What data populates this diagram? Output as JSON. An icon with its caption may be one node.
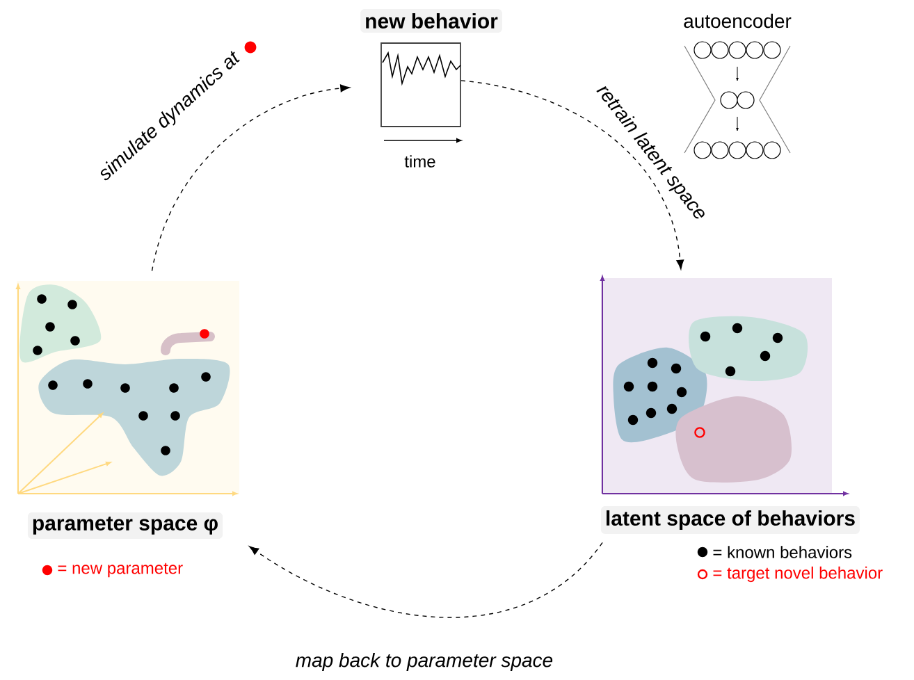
{
  "diagram": {
    "nodes": [
      {
        "text": [
          "new behavior"
        ],
        "beside": [
          "time"
        ]
      },
      {
        "text": [
          "latent space of behaviors"
        ]
      },
      {
        "text": [
          "parameter space φ"
        ]
      }
    ],
    "edges": [
      {
        "from": 2,
        "to": 0,
        "arrow": "to",
        "style": "dashed",
        "label": "simulate dynamics at"
      },
      {
        "from": 0,
        "to": 1,
        "arrow": "to",
        "style": "dashed",
        "label": "retrain latent space"
      },
      {
        "from": 1,
        "to": 2,
        "arrow": "to",
        "style": "dashed",
        "label": "map back to parameter space"
      }
    ],
    "labels": [
      "autoencoder"
    ],
    "legend": [
      {
        "text": "= new parameter",
        "color": "#ff0000"
      },
      {
        "text": "= known behaviors",
        "color": "#000000"
      },
      {
        "text": "= target novel behavior"
      }
    ]
  }
}
